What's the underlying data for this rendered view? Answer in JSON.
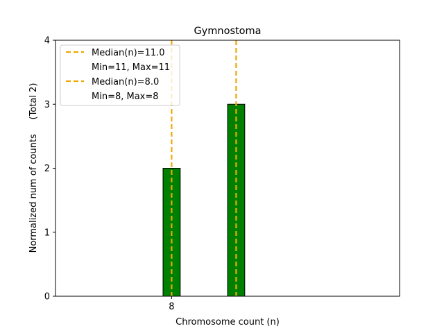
{
  "chart_data": {
    "type": "bar",
    "title": "Gymnostoma",
    "xlabel": "Chromosome count (n)",
    "ylabel": "Normalized num of counts     (Total 2)",
    "xlim": [
      5.3,
      13.3
    ],
    "ylim": [
      0,
      4
    ],
    "yticks": [
      0,
      1,
      2,
      3,
      4
    ],
    "xticks": [
      {
        "value": 8,
        "label": "8"
      }
    ],
    "bar_width": 0.4,
    "bar_color": "#008000",
    "bars": [
      {
        "x": 8,
        "value": 2
      },
      {
        "x": 9.5,
        "value": 3
      }
    ],
    "baseline": {
      "from": 5.5,
      "to": 12.75
    },
    "median_color": "#f0a800",
    "median_lines": [
      {
        "x": 8,
        "label": "Median(n)=11.0",
        "sublabel": "Min=11, Max=11"
      },
      {
        "x": 9.5,
        "label": "Median(n)=8.0",
        "sublabel": "Min=8, Max=8"
      }
    ],
    "legend_position": "upper left",
    "grid": false
  }
}
